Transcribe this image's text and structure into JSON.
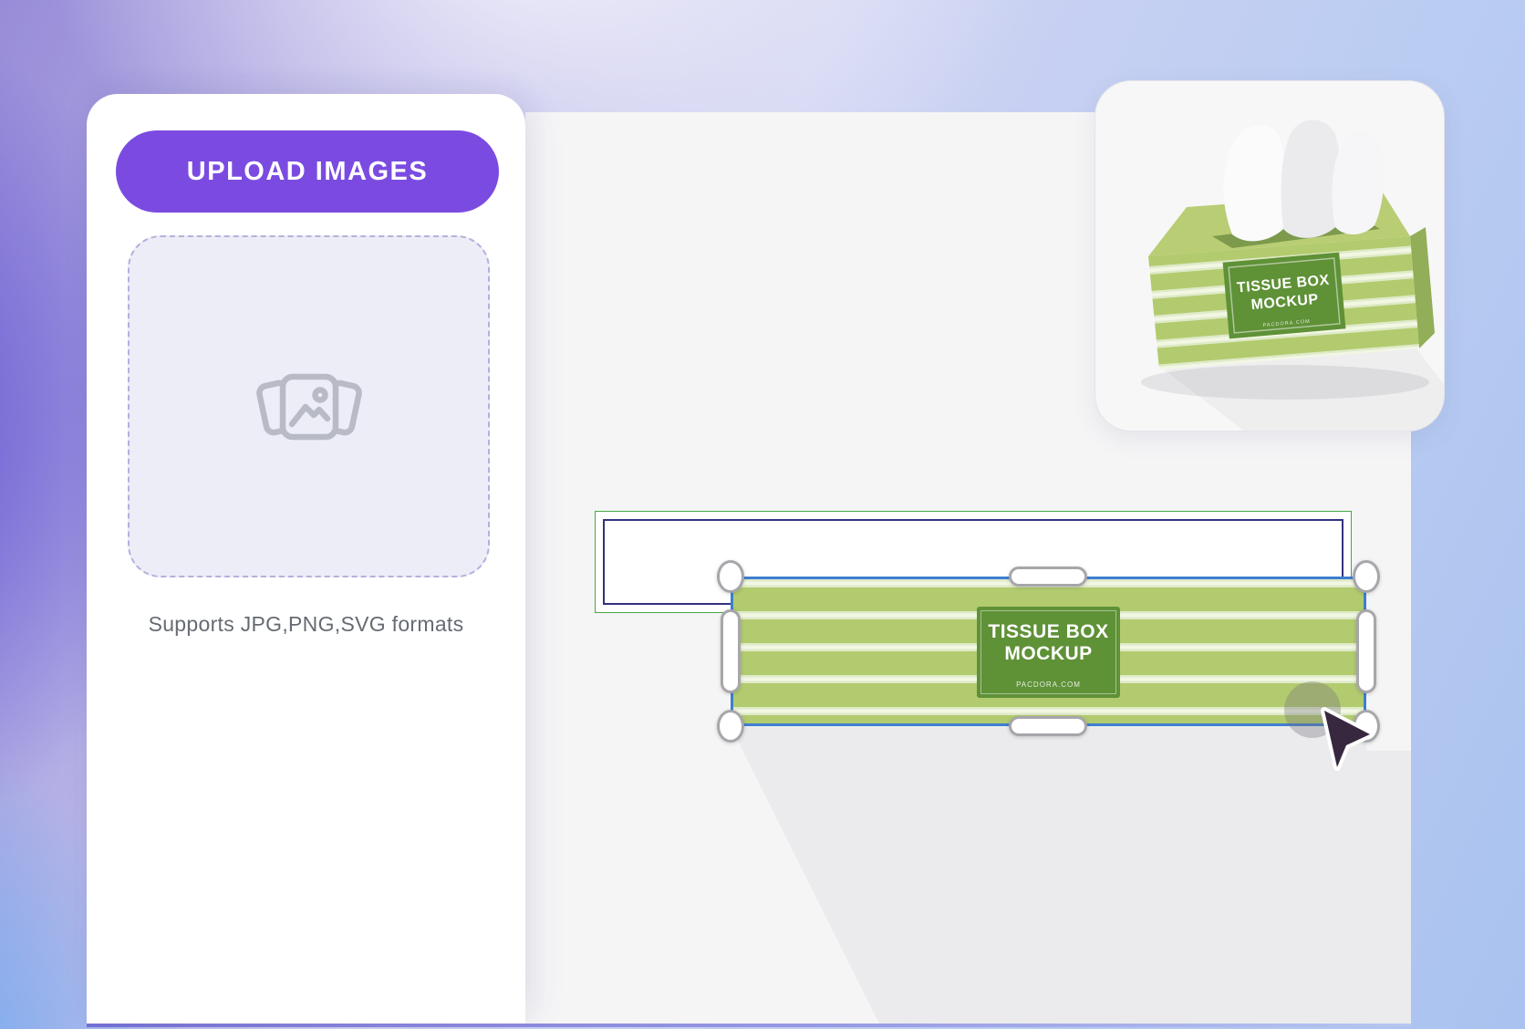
{
  "colors": {
    "accent_purple": "#7b4be1",
    "selection_blue": "#3f7fd0",
    "dieline_green": "#44aa44",
    "dieline_navy": "#32327e",
    "stripe_green": "#b2cb6e",
    "stripe_light": "#f2f7e3",
    "label_green": "#5f9137"
  },
  "sidebar": {
    "upload_button_label": "UPLOAD IMAGES",
    "dropzone_hint": "Supports JPG,PNG,SVG formats"
  },
  "canvas": {
    "selection": {
      "label": {
        "line1": "TISSUE BOX",
        "line2": "MOCKUP",
        "site": "PACDORA.COM"
      }
    }
  },
  "preview": {
    "label": {
      "line1": "TISSUE BOX",
      "line2": "MOCKUP",
      "site": "PACDORA.COM"
    }
  }
}
